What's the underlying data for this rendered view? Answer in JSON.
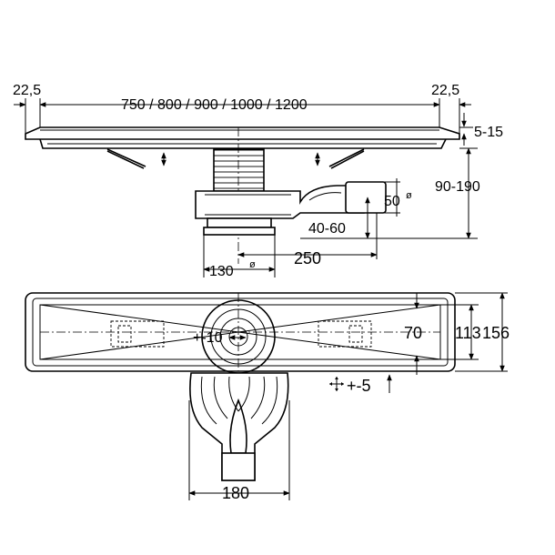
{
  "side_view": {
    "overhang_left": "22,5",
    "lengths": "750 / 800 / 900 / 1000 / 1200",
    "overhang_right": "22,5",
    "grate_adjust": "5-15",
    "outlet_diameter": "50",
    "diameter_symbol": "ø",
    "total_height": "90-190",
    "outlet_height": "40-60",
    "outlet_offset": "250",
    "body_diameter": "130"
  },
  "top_view": {
    "shift_label": "+-10",
    "channel_width": "70",
    "inner_width": "113",
    "outer_width": "156",
    "height_adjust": "+-5",
    "outlet_width": "180"
  }
}
